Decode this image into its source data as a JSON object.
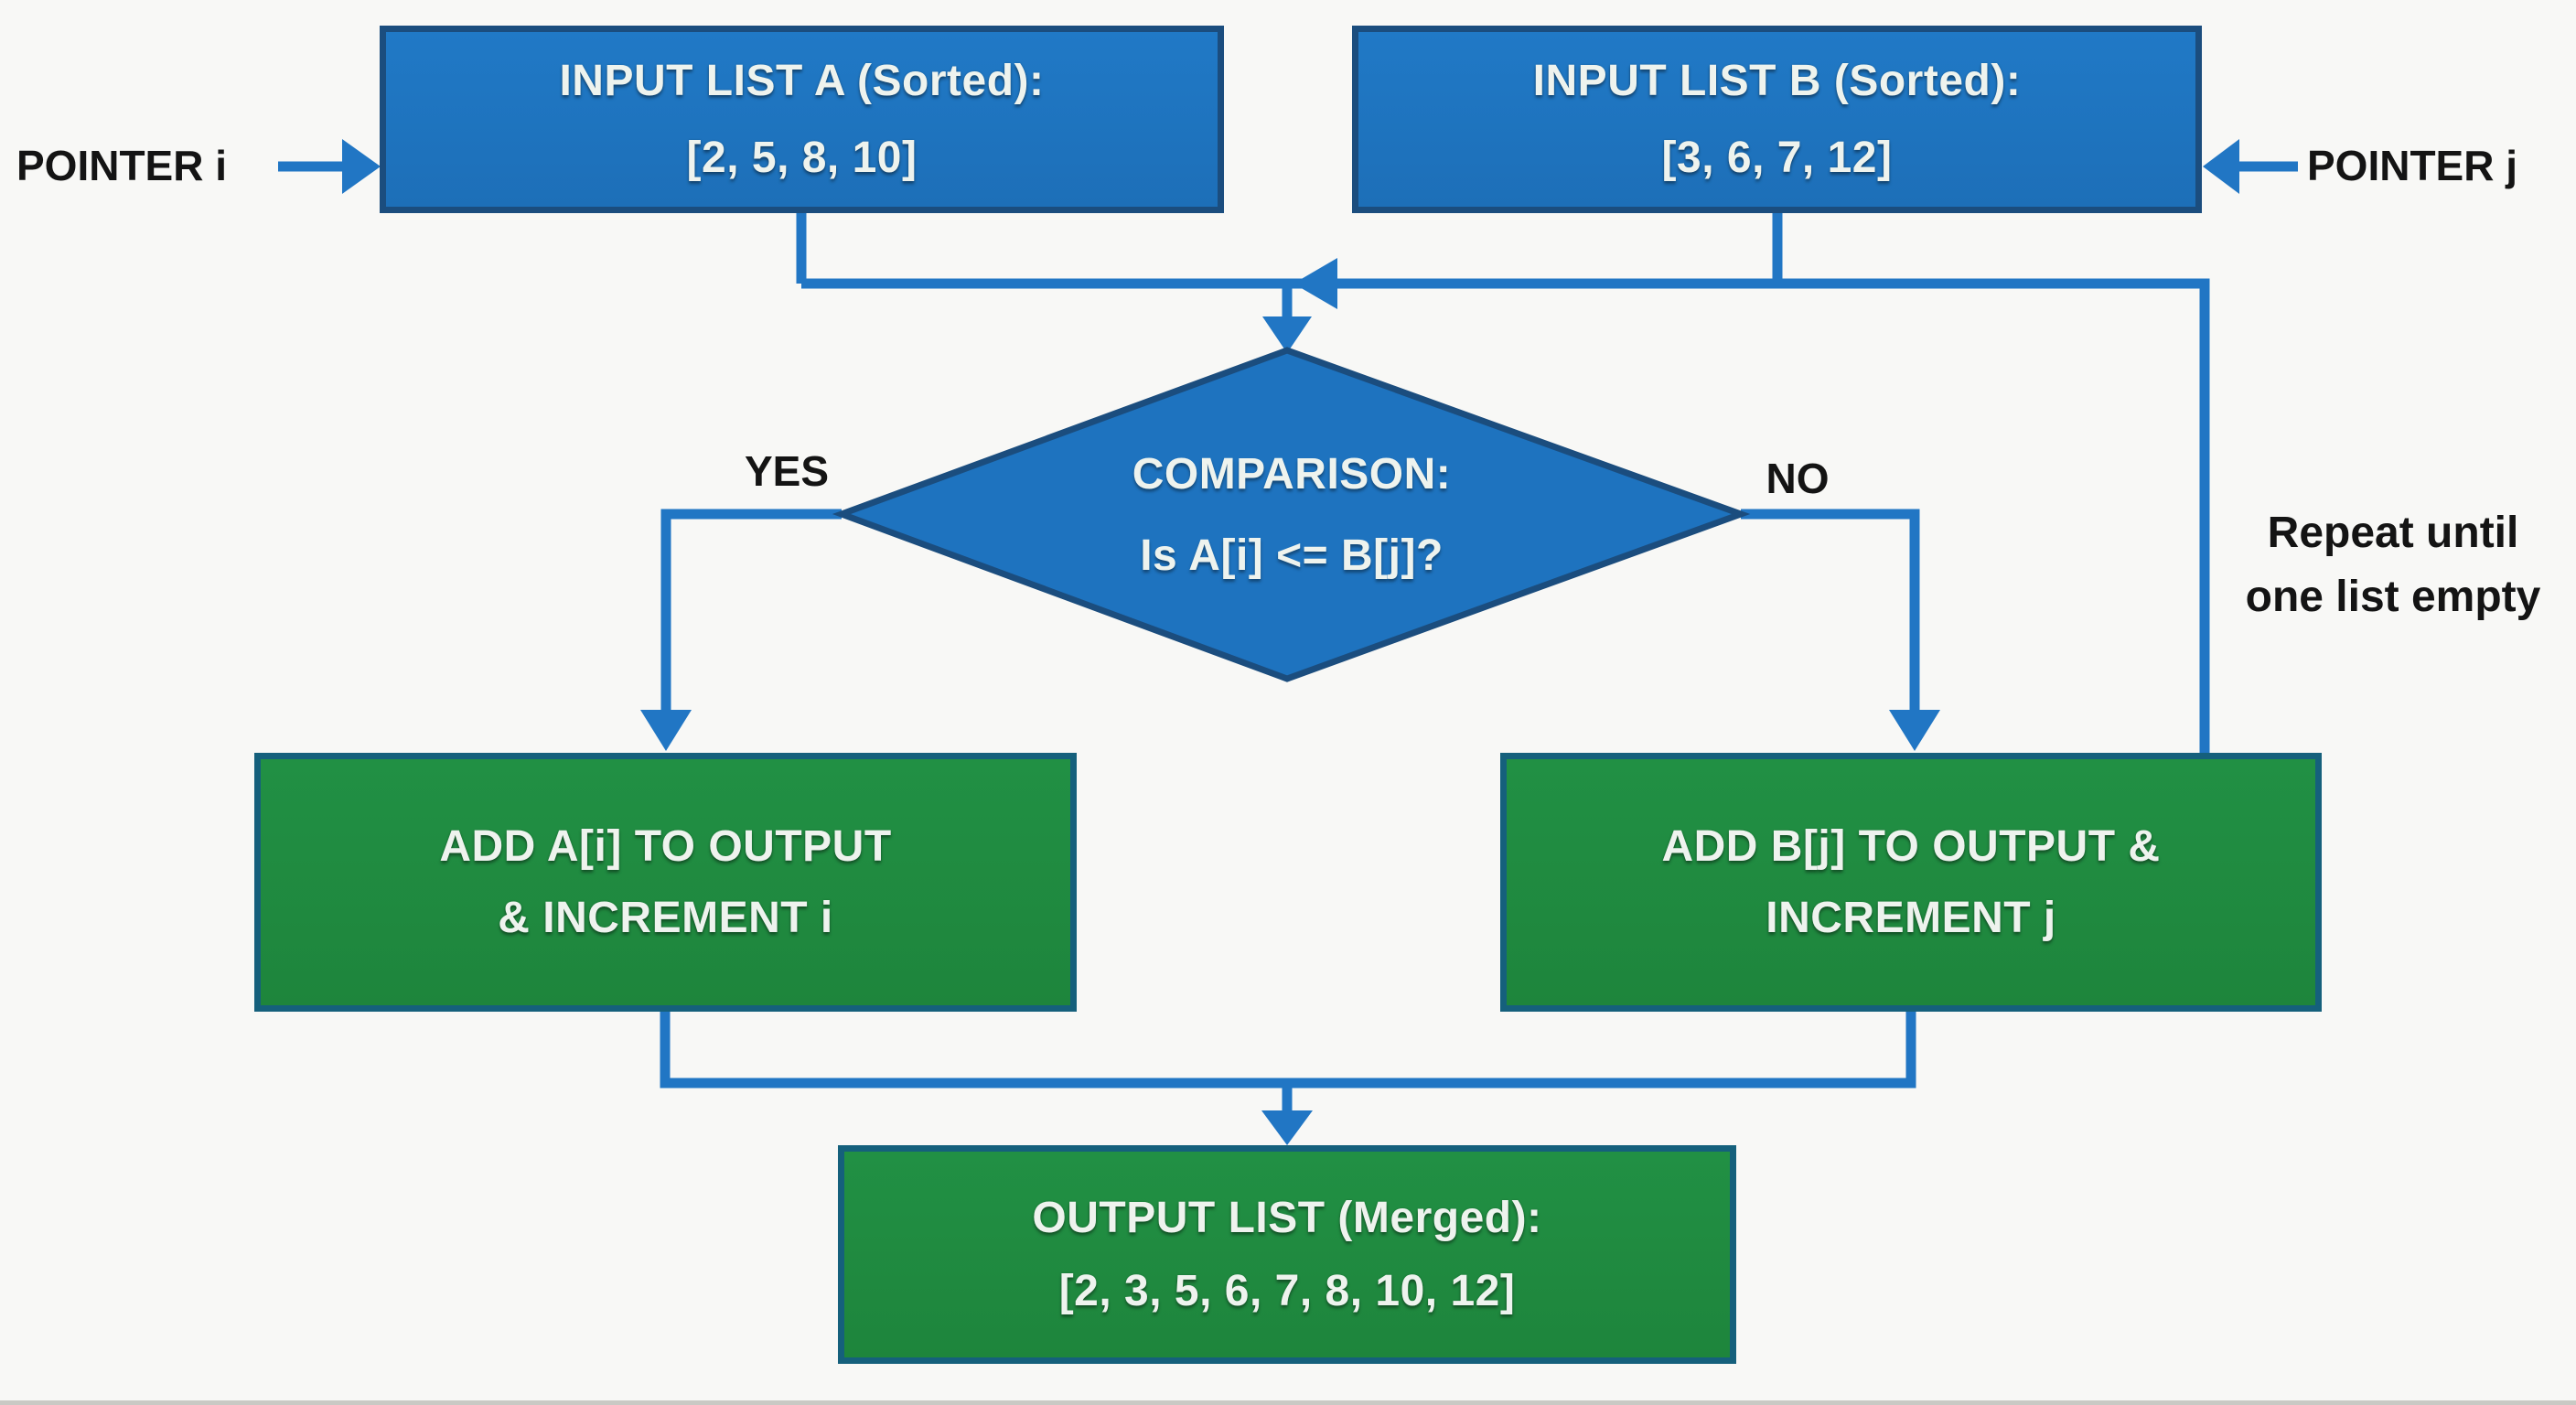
{
  "diagram": {
    "nodes": {
      "input_a": {
        "title": "INPUT LIST A (Sorted):",
        "value": "[2, 5, 8, 10]"
      },
      "input_b": {
        "title": "INPUT LIST B (Sorted):",
        "value": "[3, 6, 7, 12]"
      },
      "comparison": {
        "title": "COMPARISON:",
        "question": "Is A[i] <= B[j]?"
      },
      "add_a": {
        "line1": "ADD A[i] TO OUTPUT",
        "line2": "& INCREMENT i"
      },
      "add_b": {
        "line1": "ADD B[j] TO OUTPUT &",
        "line2": "INCREMENT j"
      },
      "output": {
        "title": "OUTPUT LIST (Merged):",
        "value": "[2, 3, 5, 6, 7, 8, 10, 12]"
      }
    },
    "labels": {
      "pointer_i": "POINTER i",
      "pointer_j": "POINTER j",
      "yes": "YES",
      "no": "NO",
      "repeat_line1": "Repeat until",
      "repeat_line2": "one list empty"
    },
    "colors": {
      "process_blue": "#1e73bf",
      "process_blue_border": "#1b4d7e",
      "action_green": "#1f8b40",
      "action_green_border": "#15607c",
      "connector_blue": "#2176c4",
      "background": "#f8f8f6",
      "node_text": "#eef3ee",
      "label_text": "#141414"
    }
  }
}
